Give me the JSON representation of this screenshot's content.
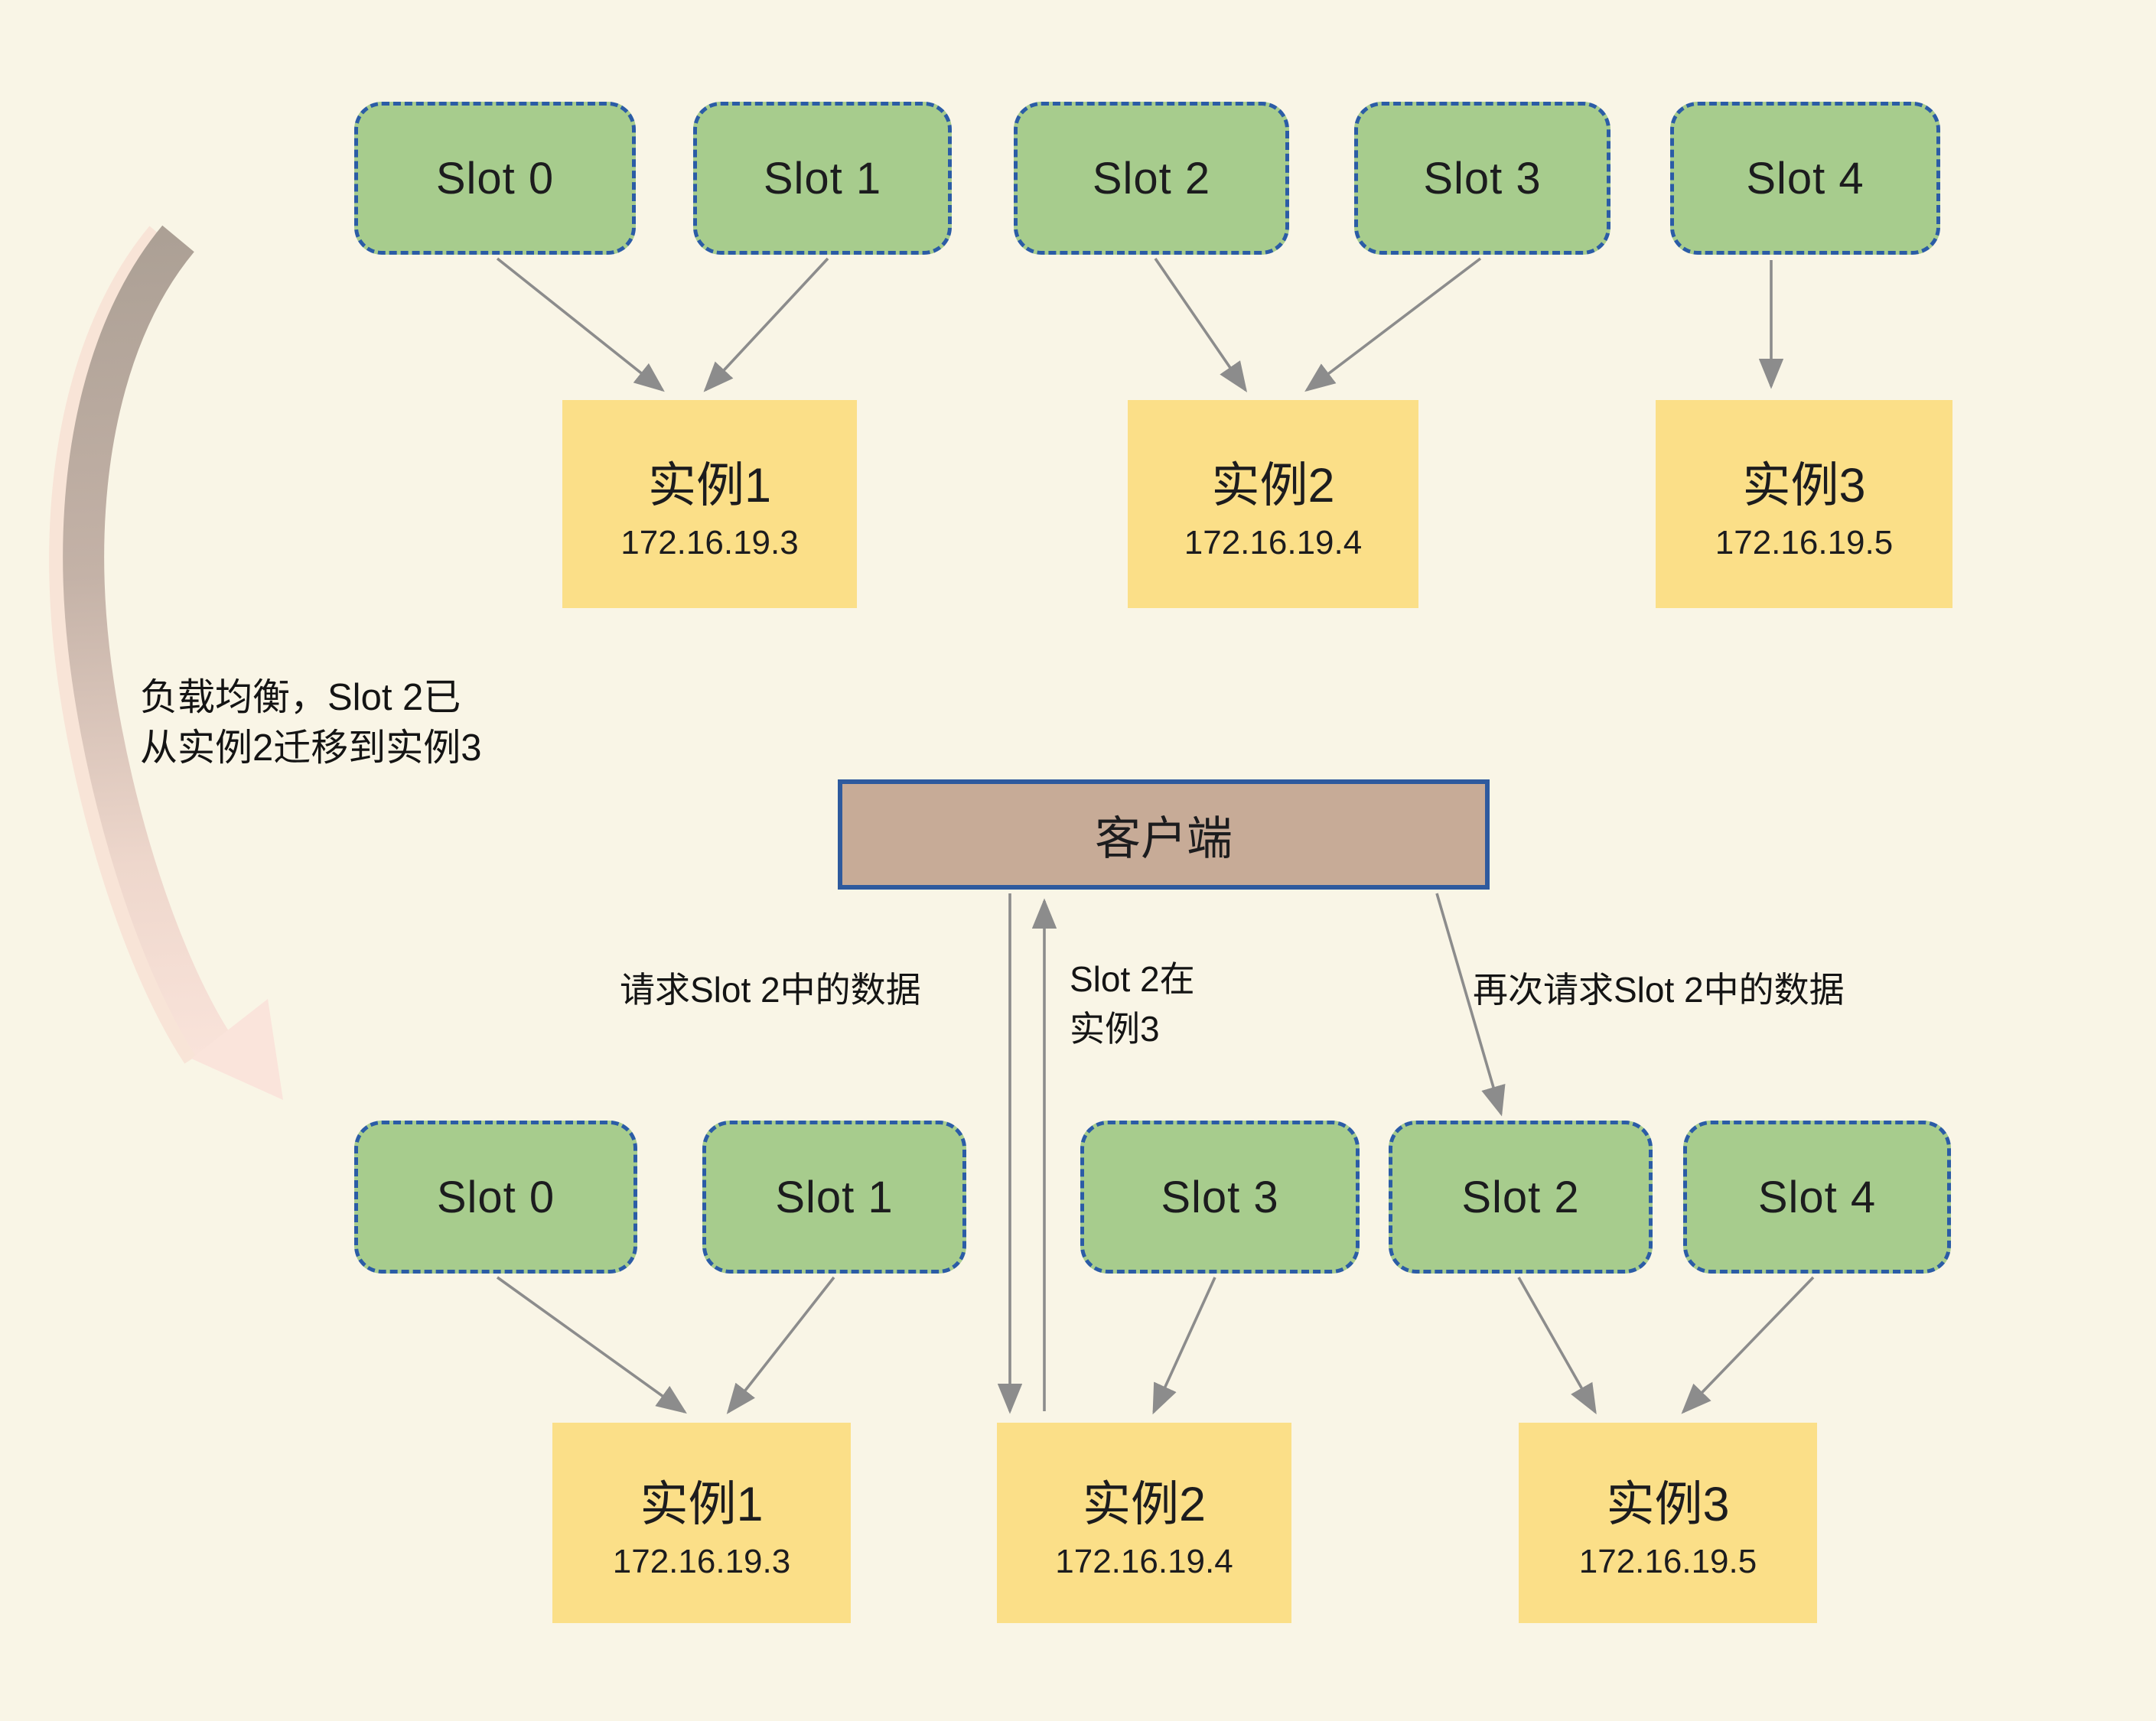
{
  "client": {
    "label": "客户端"
  },
  "note": {
    "line1": "负载均衡，Slot 2已",
    "line2": "从实例2迁移到实例3"
  },
  "labels": {
    "request": "请求Slot 2中的数据",
    "located_line1": "Slot 2在",
    "located_line2": "实例3",
    "retry": "再次请求Slot 2中的数据"
  },
  "top": {
    "slots": [
      {
        "label": "Slot 0"
      },
      {
        "label": "Slot 1"
      },
      {
        "label": "Slot 2"
      },
      {
        "label": "Slot 3"
      },
      {
        "label": "Slot 4"
      }
    ],
    "instances": [
      {
        "name": "实例1",
        "ip": "172.16.19.3"
      },
      {
        "name": "实例2",
        "ip": "172.16.19.4"
      },
      {
        "name": "实例3",
        "ip": "172.16.19.5"
      }
    ]
  },
  "bottom": {
    "slots": [
      {
        "label": "Slot 0"
      },
      {
        "label": "Slot 1"
      },
      {
        "label": "Slot 3"
      },
      {
        "label": "Slot 2"
      },
      {
        "label": "Slot 4"
      }
    ],
    "instances": [
      {
        "name": "实例1",
        "ip": "172.16.19.3"
      },
      {
        "name": "实例2",
        "ip": "172.16.19.4"
      },
      {
        "name": "实例3",
        "ip": "172.16.19.5"
      }
    ]
  },
  "colors": {
    "background": "#f9f5e6",
    "slot_fill": "#a7cc8d",
    "slot_border": "#2b5ca6",
    "instance_fill": "#fbdf88",
    "client_fill": "#c7ab97",
    "client_border": "#2e5a9e",
    "connector": "#8c8c8c",
    "migration_arrow_start": "#aca095",
    "migration_arrow_end": "#fae4db"
  }
}
